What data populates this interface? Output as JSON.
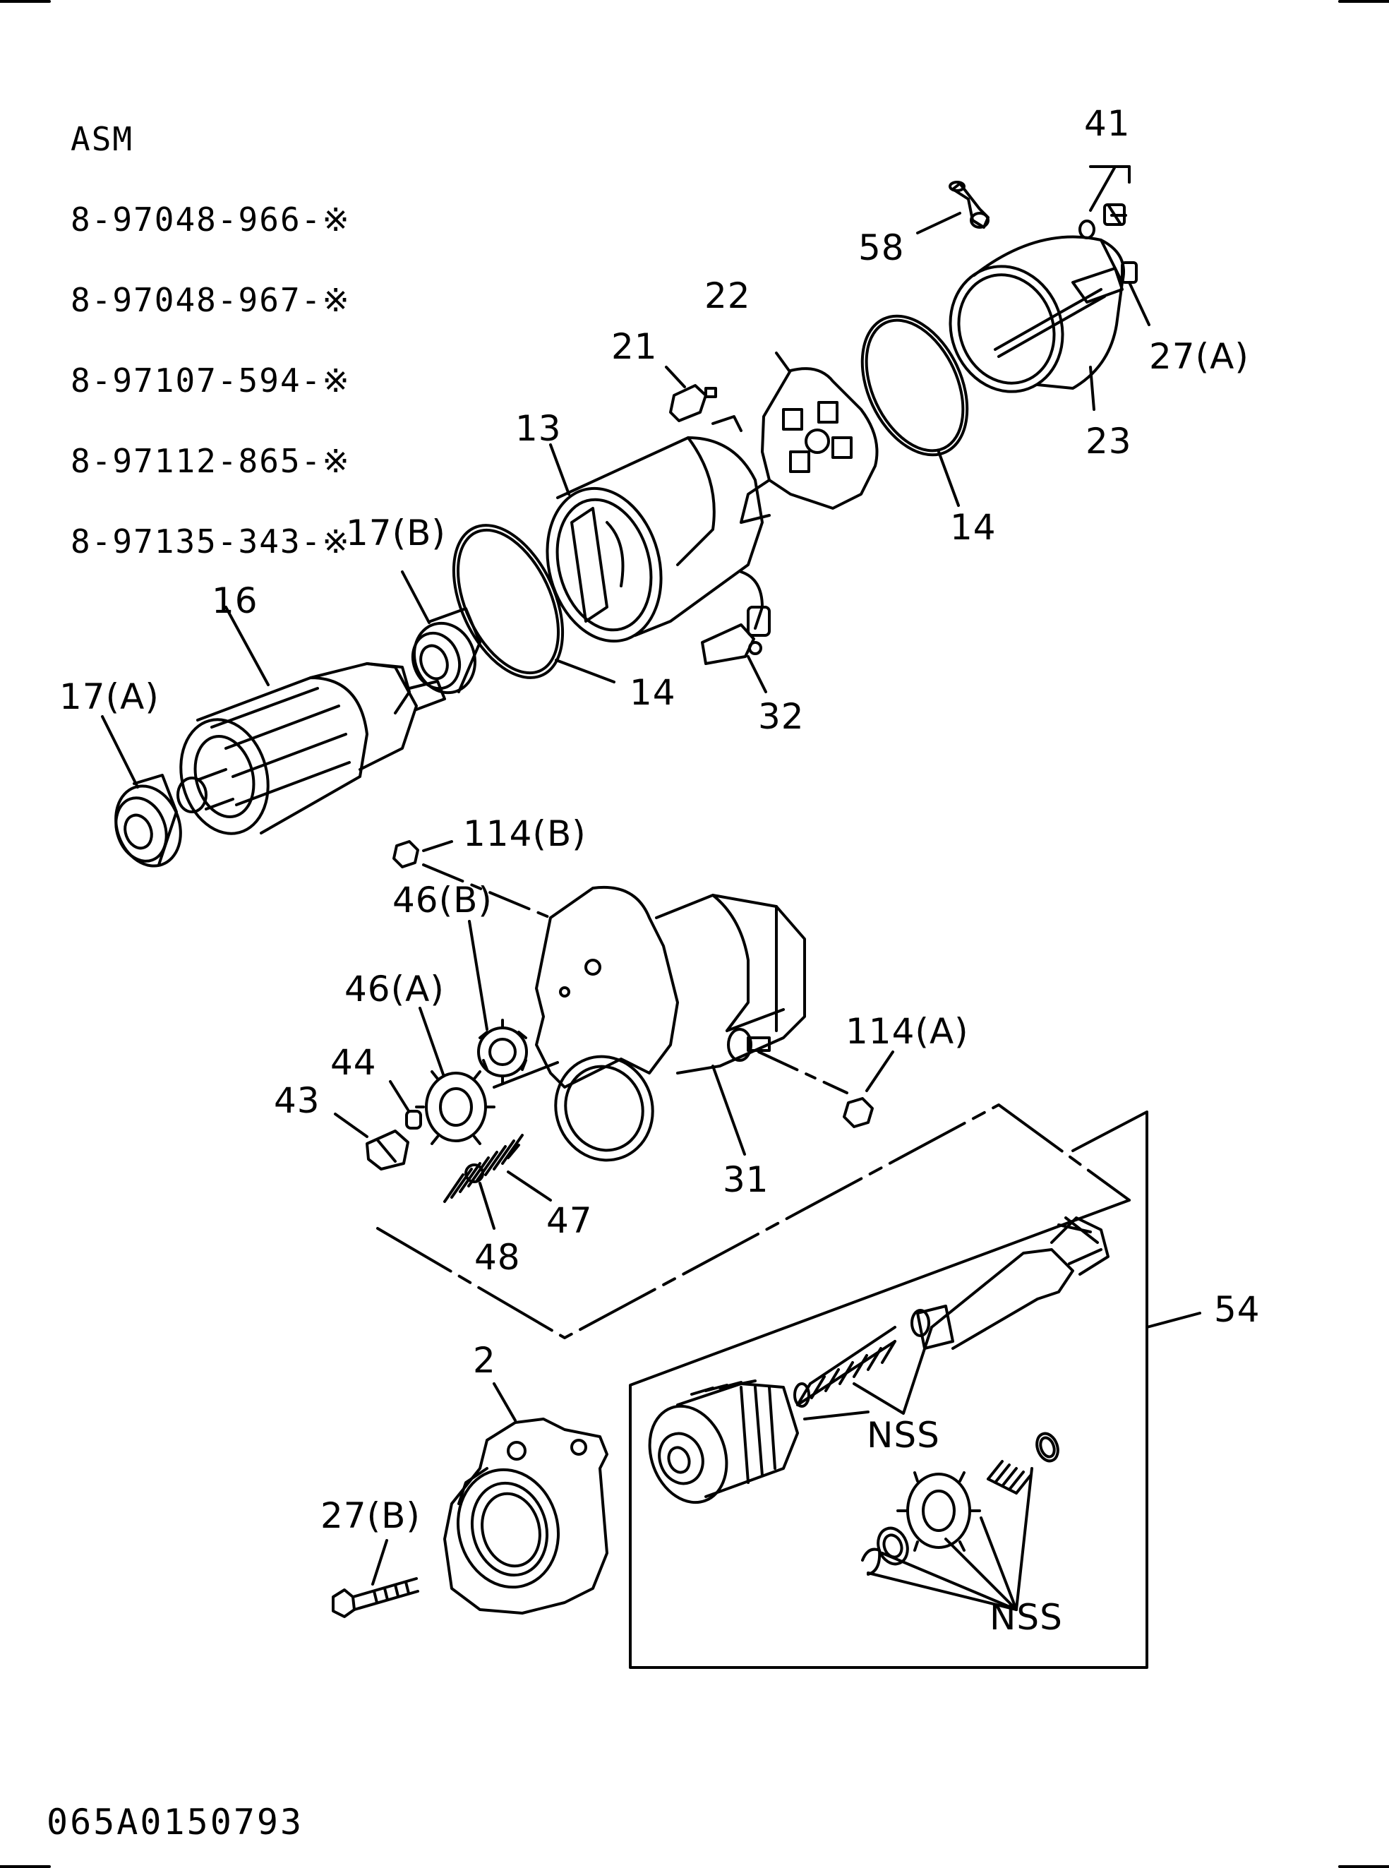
{
  "assembly": {
    "heading": "ASM",
    "part_numbers": [
      "8-97048-966-※",
      "8-97048-967-※",
      "8-97107-594-※",
      "8-97112-865-※",
      "8-97135-343-※"
    ]
  },
  "callouts": {
    "c41": "41",
    "c58": "58",
    "c22": "22",
    "c21": "21",
    "c27A": "27(A)",
    "c13": "13",
    "c23": "23",
    "c17B": "17(B)",
    "c14a": "14",
    "c16": "16",
    "c17A": "17(A)",
    "c14b": "14",
    "c32": "32",
    "c114B": "114(B)",
    "c46B": "46(B)",
    "c46A": "46(A)",
    "c114A": "114(A)",
    "c44": "44",
    "c43": "43",
    "c31": "31",
    "c47": "47",
    "c48": "48",
    "c54": "54",
    "c2": "2",
    "cNSS1": "NSS",
    "c27B": "27(B)",
    "cNSS2": "NSS"
  },
  "diagram_code": "065A0150793"
}
